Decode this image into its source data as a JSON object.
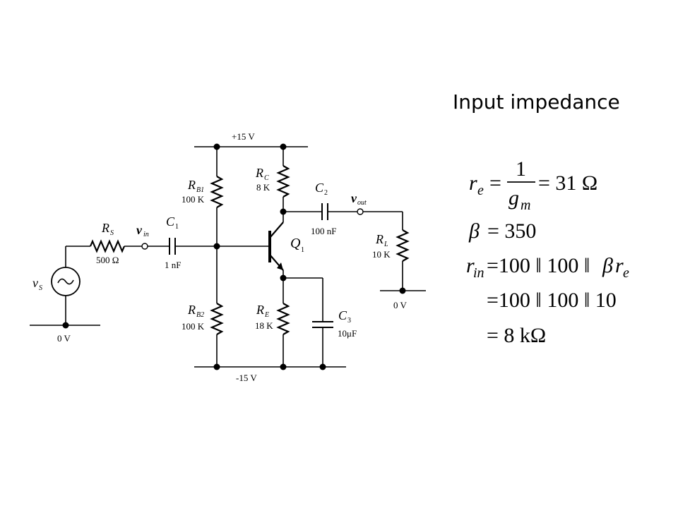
{
  "slide": {
    "title": "Input impedance"
  },
  "circuit": {
    "supply_top": "+15 V",
    "supply_bottom": "-15 V",
    "ground_src": "0 V",
    "ground_load": "0 V",
    "source": {
      "symbol": "v",
      "subscript": "S"
    },
    "RS": {
      "symbol": "R",
      "subscript": "S",
      "value": "500 Ω"
    },
    "vin": {
      "symbol": "v",
      "subscript": "in"
    },
    "C1": {
      "symbol": "C",
      "subscript": "1",
      "value": "1 nF"
    },
    "RB1": {
      "symbol": "R",
      "subscript": "B1",
      "value": "100 K"
    },
    "RB2": {
      "symbol": "R",
      "subscript": "B2",
      "value": "100 K"
    },
    "RC": {
      "symbol": "R",
      "subscript": "C",
      "value": "8 K"
    },
    "RE": {
      "symbol": "R",
      "subscript": "E",
      "value": "18 K"
    },
    "Q1": {
      "symbol": "Q",
      "subscript": "1"
    },
    "C2": {
      "symbol": "C",
      "subscript": "2",
      "value": "100 nF"
    },
    "vout": {
      "symbol": "v",
      "subscript": "out"
    },
    "RL": {
      "symbol": "R",
      "subscript": "L",
      "value": "10 K"
    },
    "C3": {
      "symbol": "C",
      "subscript": "3",
      "value": "10μF"
    }
  },
  "equations": {
    "re": {
      "lhs": "r",
      "lhs_sub": "e",
      "num": "1",
      "den": "g",
      "den_sub": "m",
      "result": "= 31 Ω"
    },
    "beta": {
      "lhs": "β",
      "result": "= 350"
    },
    "rin": {
      "lhs": "r",
      "lhs_sub": "in",
      "rhs": "=100 ‖ 100 ‖ ",
      "beta": "β",
      "r": "r",
      "r_sub": "e"
    },
    "line4": "=100 ‖ 100 ‖ 10",
    "line5": "= 8 kΩ"
  }
}
